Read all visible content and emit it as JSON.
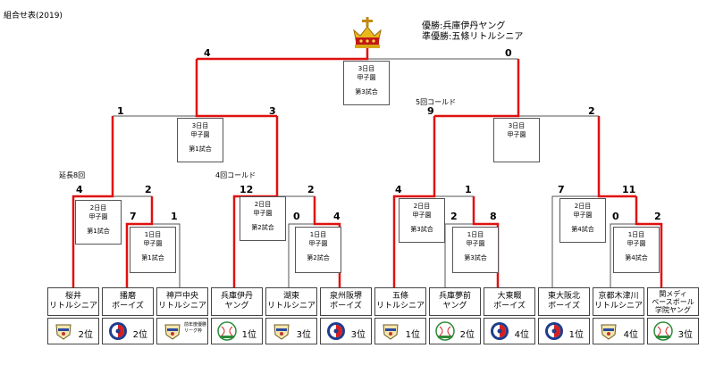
{
  "page_title": "組合せ表(2019)",
  "results": {
    "champion": "優勝:兵庫伊丹ヤング",
    "runner_up": "準優勝:五條リトルシニア",
    "icon": "crown-icon"
  },
  "colors": {
    "winner_line": "#e01010",
    "bracket_line": "#555555"
  },
  "notes": {
    "extra_innings": "延長8回",
    "called_4": "4回コールド",
    "called_5": "5回コールド"
  },
  "teams": [
    {
      "name": "桜井\nリトルシニア",
      "rank": "2位",
      "emblem": "cap"
    },
    {
      "name": "播磨\nボーイズ",
      "rank": "2位",
      "emblem": "boys"
    },
    {
      "name": "神戸中央\nリトルシニア",
      "rank": "",
      "emblem": "cap",
      "league": "前年度優勝\nリーグ枠"
    },
    {
      "name": "兵庫伊丹\nヤング",
      "rank": "1位",
      "emblem": "ball"
    },
    {
      "name": "湖東\nリトルシニア",
      "rank": "3位",
      "emblem": "cap"
    },
    {
      "name": "泉州阪堺\nボーイズ",
      "rank": "3位",
      "emblem": "boys"
    },
    {
      "name": "五條\nリトルシニア",
      "rank": "1位",
      "emblem": "cap"
    },
    {
      "name": "兵庫夢前\nヤング",
      "rank": "2位",
      "emblem": "ball"
    },
    {
      "name": "大東畷\nボーイズ",
      "rank": "4位",
      "emblem": "boys"
    },
    {
      "name": "東大阪北\nボーイズ",
      "rank": "1位",
      "emblem": "boys"
    },
    {
      "name": "京都木津川\nリトルシニア",
      "rank": "4位",
      "emblem": "cap"
    },
    {
      "name": "関メディ\nベースボール\n学院ヤング",
      "rank": "3位",
      "emblem": "ball"
    }
  ],
  "games": {
    "g1": {
      "day": "1日目",
      "venue": "甲子園",
      "game": "第1試合",
      "scores": [
        "7",
        "1"
      ]
    },
    "g2": {
      "day": "1日目",
      "venue": "甲子園",
      "game": "第2試合",
      "scores": [
        "0",
        "4"
      ]
    },
    "g3": {
      "day": "1日目",
      "venue": "甲子園",
      "game": "第3試合",
      "scores": [
        "2",
        "8"
      ]
    },
    "g4": {
      "day": "1日目",
      "venue": "甲子園",
      "game": "第4試合",
      "scores": [
        "0",
        "2"
      ]
    },
    "r2a": {
      "day": "2日目",
      "venue": "甲子園",
      "game": "第1試合",
      "scores": [
        "4",
        "2"
      ]
    },
    "r2b": {
      "day": "2日目",
      "venue": "甲子園",
      "game": "第2試合",
      "scores": [
        "12",
        "2"
      ]
    },
    "r2c": {
      "day": "2日目",
      "venue": "甲子園",
      "game": "第3試合",
      "scores": [
        "4",
        "1"
      ]
    },
    "r2d": {
      "day": "2日目",
      "venue": "甲子園",
      "game": "第4試合",
      "scores": [
        "7",
        "11"
      ]
    },
    "sfL": {
      "day": "3日目",
      "venue": "甲子園",
      "game": "第1試合",
      "scores": [
        "1",
        "3"
      ]
    },
    "sfR": {
      "day": "3日目",
      "venue": "甲子園",
      "game": "",
      "scores": [
        "9",
        "2"
      ]
    },
    "final": {
      "day": "3日目",
      "venue": "甲子園",
      "game": "第3試合",
      "scores": [
        "4",
        "0"
      ]
    }
  }
}
